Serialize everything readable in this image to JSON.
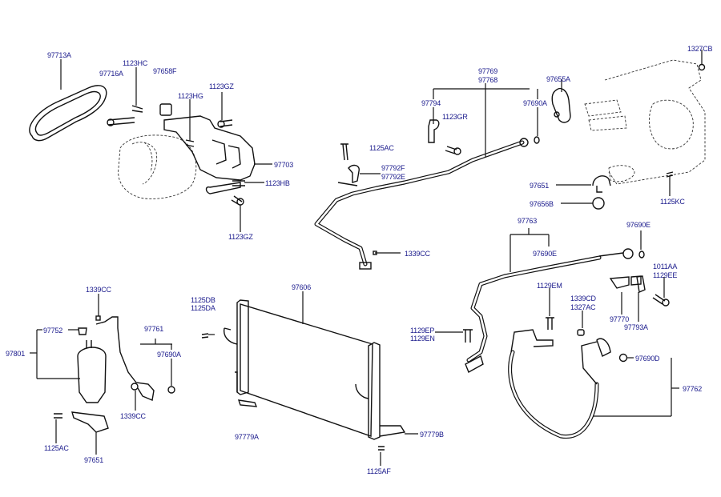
{
  "diagram": {
    "title": "Air Conditioner System - Condenser, Pipes and Hoses",
    "labels": {
      "l97713A": "97713A",
      "l97716A": "97716A",
      "l1123HC": "1123HC",
      "l97658F": "97658F",
      "l1123HG": "1123HG",
      "l1123GZ_a": "1123GZ",
      "l97703": "97703",
      "l1123HB": "1123HB",
      "l1123GZ_b": "1123GZ",
      "l97769": "97769",
      "l97768": "97768",
      "l97794": "97794",
      "l1123GR": "1123GR",
      "l97690A_a": "97690A",
      "l1125AC_a": "1125AC",
      "l97792F": "97792F",
      "l97792E": "97792E",
      "l1339CC_a": "1339CC",
      "l97655A": "97655A",
      "l1327CB": "1327CB",
      "l97651_a": "97651",
      "l97656B": "97656B",
      "l1125KC": "1125KC",
      "l97763": "97763",
      "l97690E_a": "97690E",
      "l97690E_b": "97690E",
      "l1011AA": "1011AA",
      "l1129EE": "1129EE",
      "l1129EM": "1129EM",
      "l1339CD": "1339CD",
      "l1327AC": "1327AC",
      "l97770": "97770",
      "l97793A": "97793A",
      "l1129EP": "1129EP",
      "l1129EN": "1129EN",
      "l97690D": "97690D",
      "l97762": "97762",
      "l1339CC_b": "1339CC",
      "l97752": "97752",
      "l97801": "97801",
      "l97761": "97761",
      "l97690A_b": "97690A",
      "l1339CC_c": "1339CC",
      "l1125AC_b": "1125AC",
      "l97651_b": "97651",
      "l1125DB": "1125DB",
      "l1125DA": "1125DA",
      "l97606": "97606",
      "l97779A": "97779A",
      "l97779B": "97779B",
      "l1125AF": "1125AF"
    }
  }
}
